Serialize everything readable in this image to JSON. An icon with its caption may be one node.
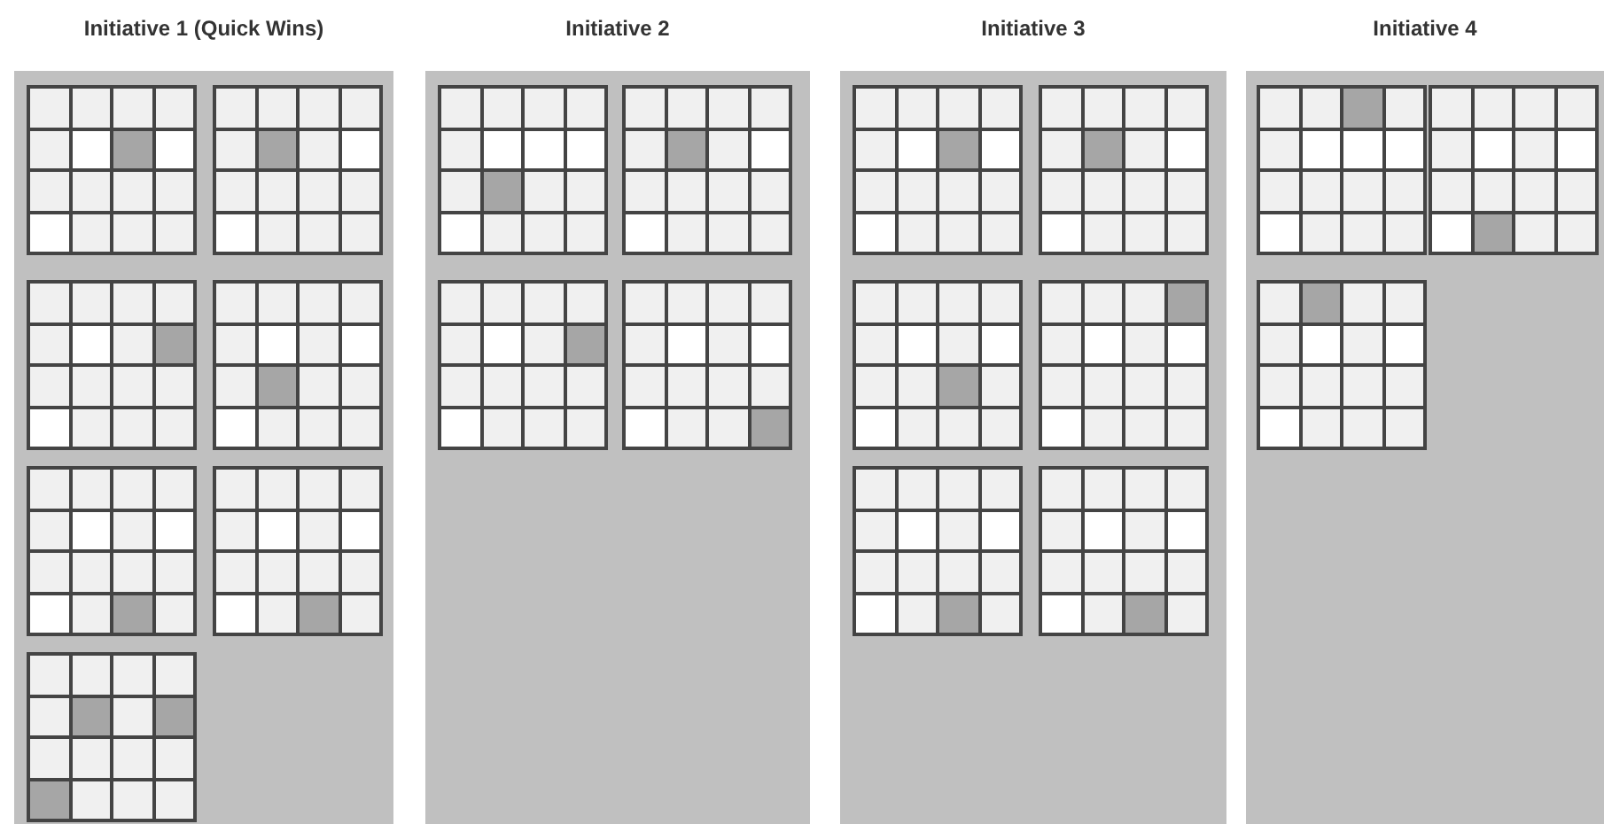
{
  "diagram": {
    "nodes": [
      {
        "text": [
          "Initiative 1 (Quick Wins)"
        ]
      },
      {
        "text": [
          "Initiative 2"
        ]
      },
      {
        "text": [
          "Initiative 3"
        ]
      },
      {
        "text": [
          "Initiative 4"
        ]
      },
      {
        "text": [],
        "shape": "box",
        "in": 0
      },
      {
        "text": [],
        "shape": "box",
        "in": 0
      },
      {
        "text": [],
        "shape": "box",
        "in": 0
      },
      {
        "text": [],
        "shape": "box",
        "in": 0
      },
      {
        "text": [],
        "shape": "box",
        "in": 0
      },
      {
        "text": [],
        "shape": "box",
        "in": 0
      },
      {
        "text": [],
        "shape": "box",
        "in": 0
      },
      {
        "text": [],
        "shape": "box",
        "in": 1
      },
      {
        "text": [],
        "shape": "box",
        "in": 1
      },
      {
        "text": [],
        "shape": "box",
        "in": 1
      },
      {
        "text": [],
        "shape": "box",
        "in": 1
      },
      {
        "text": [],
        "shape": "box",
        "in": 2
      },
      {
        "text": [],
        "shape": "box",
        "in": 2
      },
      {
        "text": [],
        "shape": "box",
        "in": 2
      },
      {
        "text": [],
        "shape": "box",
        "in": 2
      },
      {
        "text": [],
        "shape": "box",
        "in": 2
      },
      {
        "text": [],
        "shape": "box",
        "in": 2
      },
      {
        "text": [],
        "shape": "box",
        "in": 3
      },
      {
        "text": [],
        "shape": "box",
        "in": 3
      },
      {
        "text": [],
        "shape": "box",
        "in": 3
      }
    ]
  }
}
